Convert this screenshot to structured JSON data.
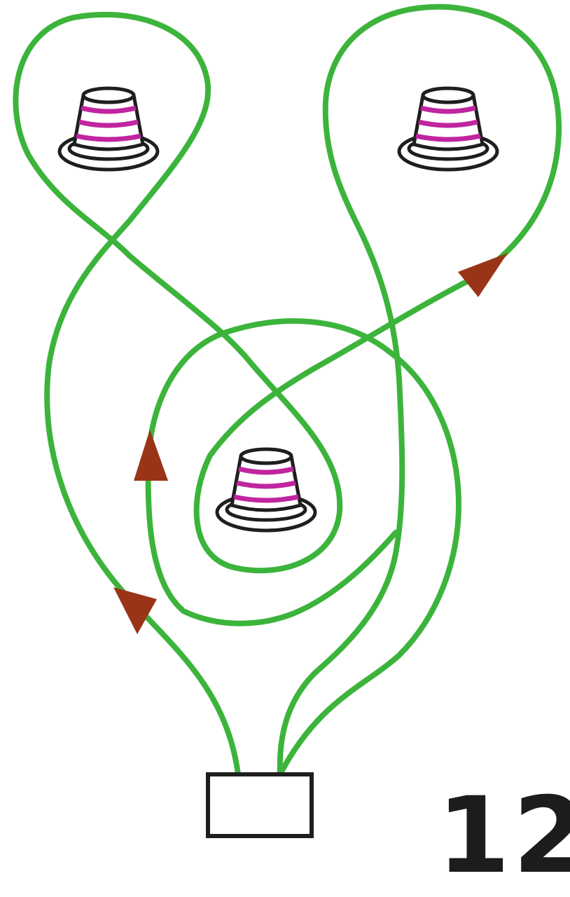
{
  "page_number": "12",
  "colors": {
    "path": "#3cb43c",
    "arrow": "#9a3418",
    "cone_stripe": "#c0259f",
    "outline": "#1e1e1e"
  },
  "cones": [
    "cone-top-left",
    "cone-top-right",
    "cone-center"
  ],
  "arrows": [
    "arrow-left-lower",
    "arrow-inner-loop",
    "arrow-right-loop"
  ],
  "start_box": "start-box"
}
